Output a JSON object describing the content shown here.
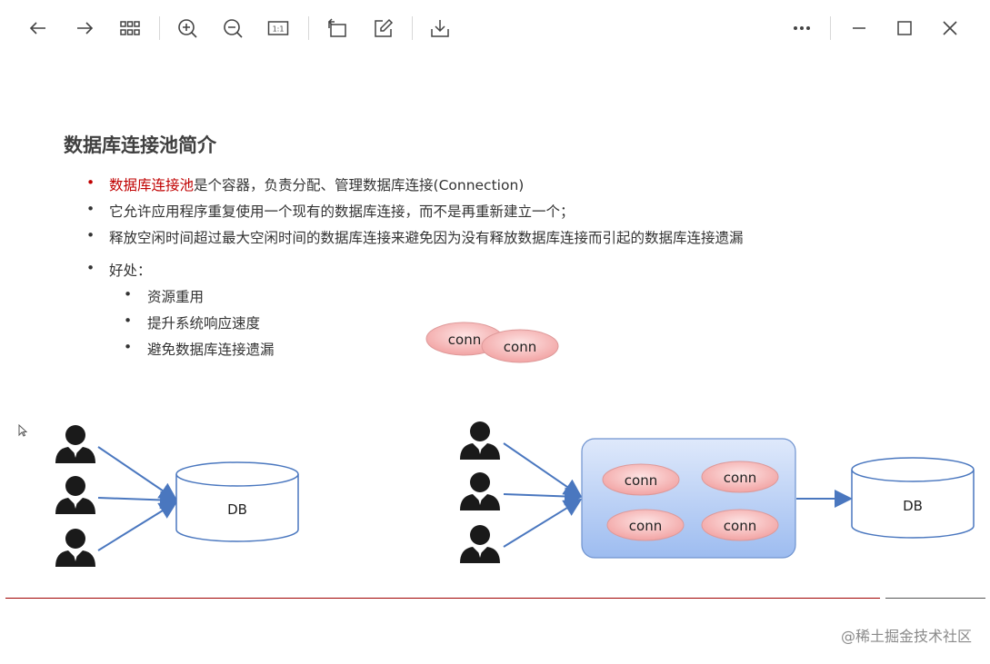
{
  "toolbar": {
    "buttons": [
      {
        "name": "back-button",
        "icon": "arrow-left-icon"
      },
      {
        "name": "forward-button",
        "icon": "arrow-right-icon"
      },
      {
        "name": "grid-view-button",
        "icon": "grid-icon"
      },
      {
        "name": "zoom-in-button",
        "icon": "zoom-in-icon"
      },
      {
        "name": "zoom-out-button",
        "icon": "zoom-out-icon"
      },
      {
        "name": "actual-size-button",
        "icon": "actual-size-icon"
      },
      {
        "name": "rotate-button",
        "icon": "rotate-icon"
      },
      {
        "name": "edit-button",
        "icon": "edit-icon"
      },
      {
        "name": "save-button",
        "icon": "download-icon"
      },
      {
        "name": "more-button",
        "icon": "more-icon"
      },
      {
        "name": "minimize-button",
        "icon": "minimize-icon"
      },
      {
        "name": "maximize-button",
        "icon": "maximize-icon"
      },
      {
        "name": "close-button",
        "icon": "close-icon"
      }
    ],
    "actual_size_label": "1:1"
  },
  "slide": {
    "title": "数据库连接池简介",
    "bullets": [
      {
        "highlight": "数据库连接池",
        "text": "是个容器，负责分配、管理数据库连接(Connection)"
      },
      {
        "text": "它允许应用程序重复使用一个现有的数据库连接，而不是再重新建立一个；"
      },
      {
        "text": "释放空闲时间超过最大空闲时间的数据库连接来避免因为没有释放数据库连接而引起的数据库连接遗漏"
      },
      {
        "text": "好处："
      }
    ],
    "sub_bullets": [
      {
        "text": "资源重用"
      },
      {
        "text": "提升系统响应速度"
      },
      {
        "text": "避免数据库连接遗漏"
      }
    ],
    "bullet_char": "•",
    "colors": {
      "highlight": "#c00000",
      "arrow": "#4a77bf",
      "pool_fill": "#b8cff5",
      "conn_fill": "#f7b4b4"
    }
  },
  "diagram": {
    "left_db_label": "DB",
    "right_db_label": "DB",
    "floating_conns": [
      "conn",
      "conn"
    ],
    "pool_conns": [
      "conn",
      "conn",
      "conn",
      "conn"
    ]
  },
  "watermark": "@稀土掘金技术社区"
}
